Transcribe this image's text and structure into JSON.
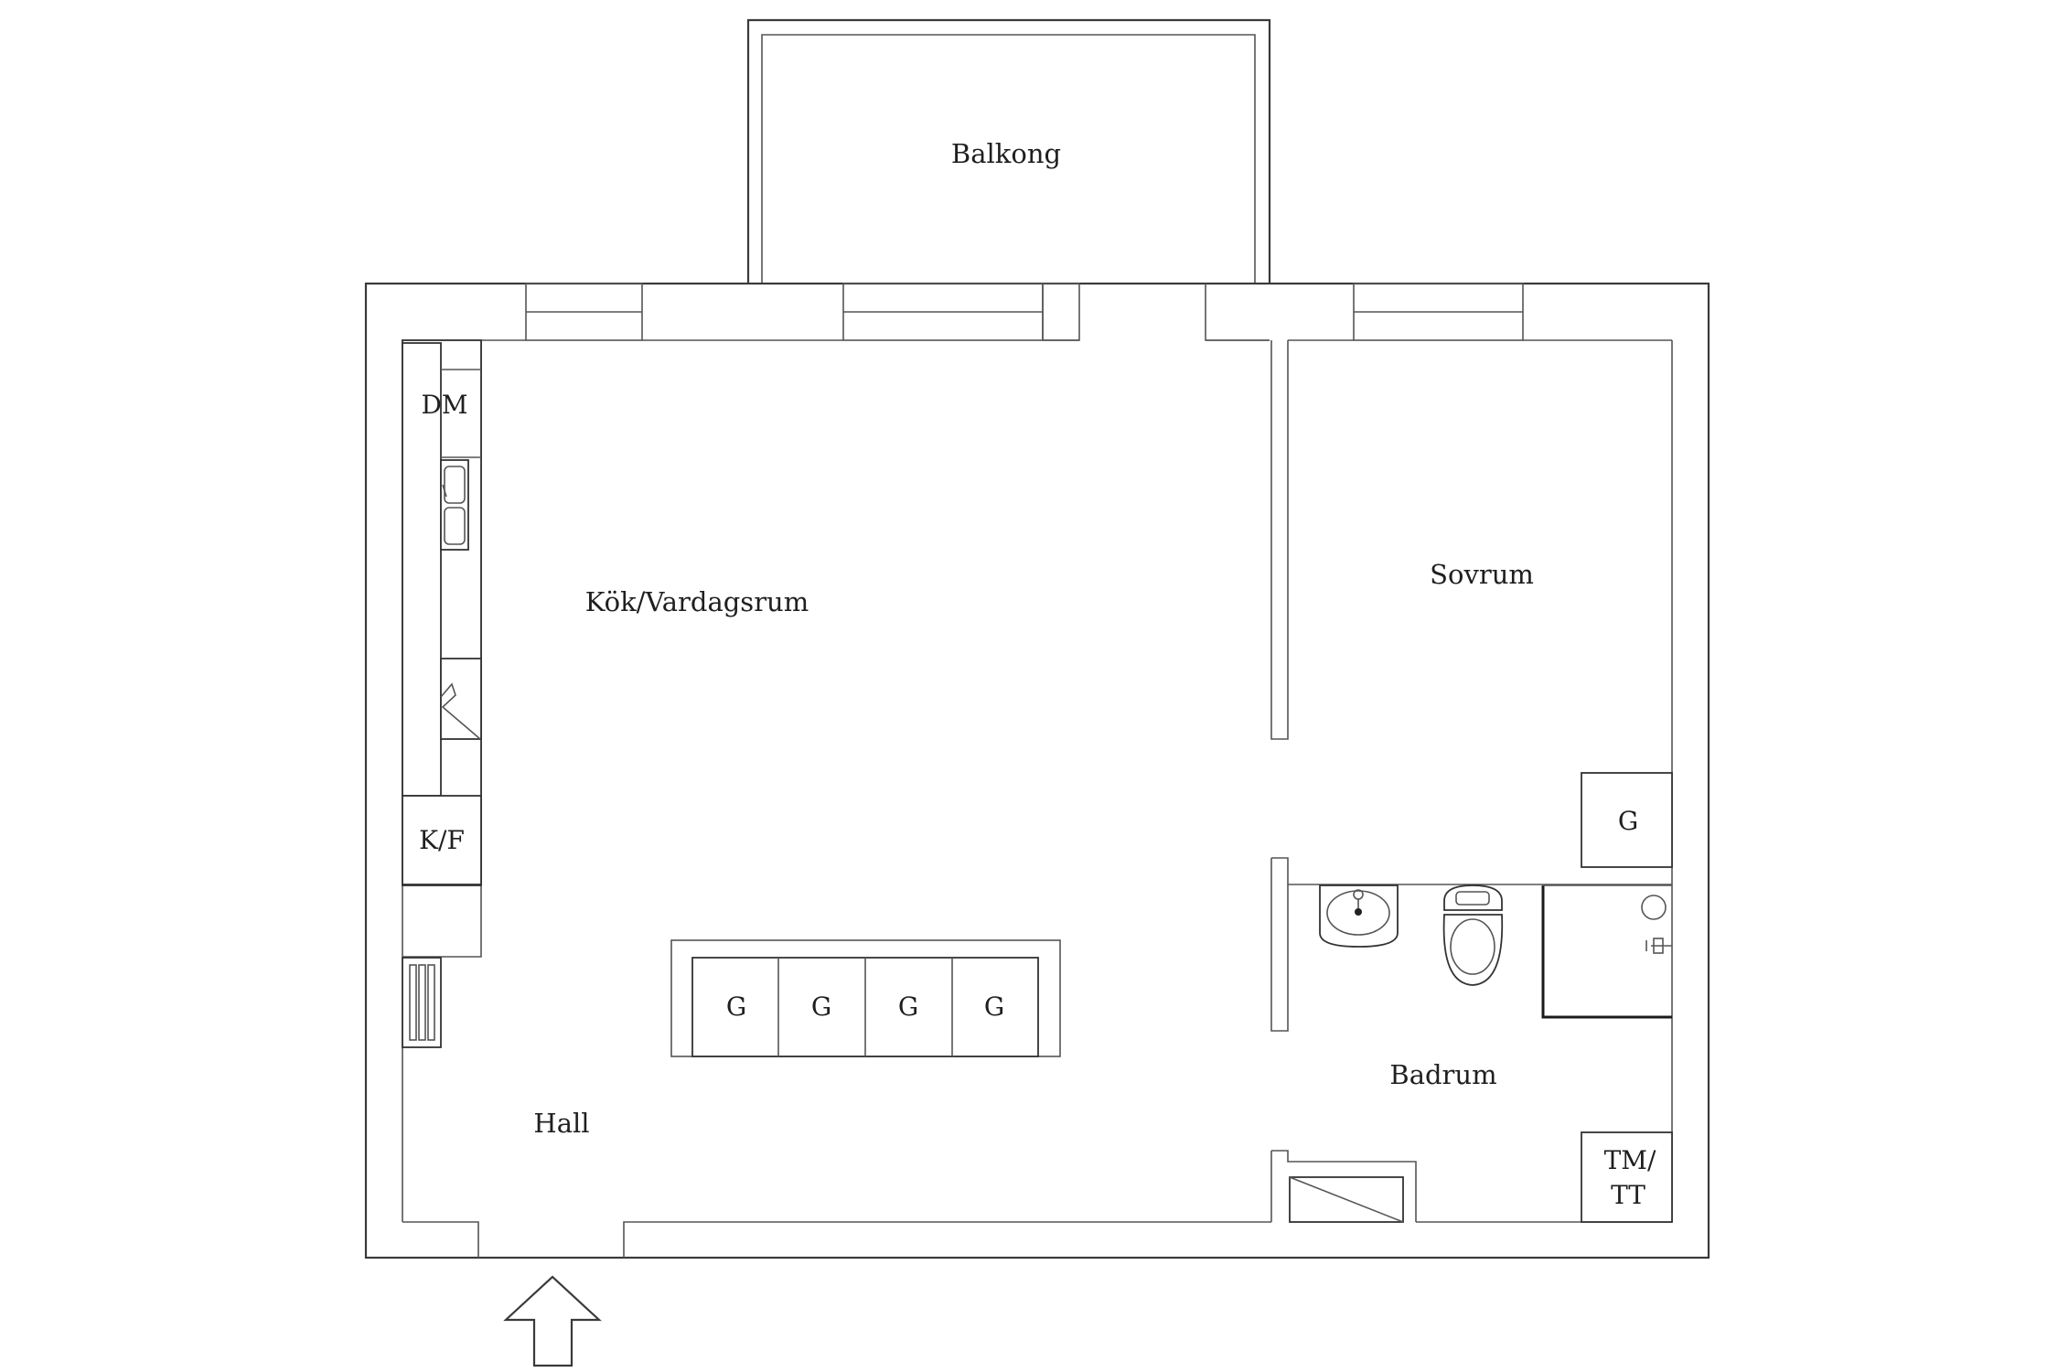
{
  "rooms": {
    "balcony": "Balkong",
    "kitchen_living": "Kök/Vardagsrum",
    "bedroom": "Sovrum",
    "bathroom": "Badrum",
    "hall": "Hall"
  },
  "fixtures": {
    "dishwasher": "DM",
    "fridge_freezer": "K/F",
    "wardrobe_bedroom": "G",
    "washer_dryer_line1": "TM/",
    "washer_dryer_line2": "TT",
    "wardrobes_hall": [
      "G",
      "G",
      "G",
      "G"
    ]
  },
  "icons": {
    "entrance": "entrance-arrow-icon",
    "sink": "kitchen-sink-icon",
    "stove": "stove-icon",
    "radiator": "radiator-icon",
    "washbasin": "washbasin-icon",
    "toilet": "toilet-icon",
    "shower": "shower-icon"
  },
  "colors": {
    "line": "#3a3a3a",
    "background": "#ffffff"
  }
}
